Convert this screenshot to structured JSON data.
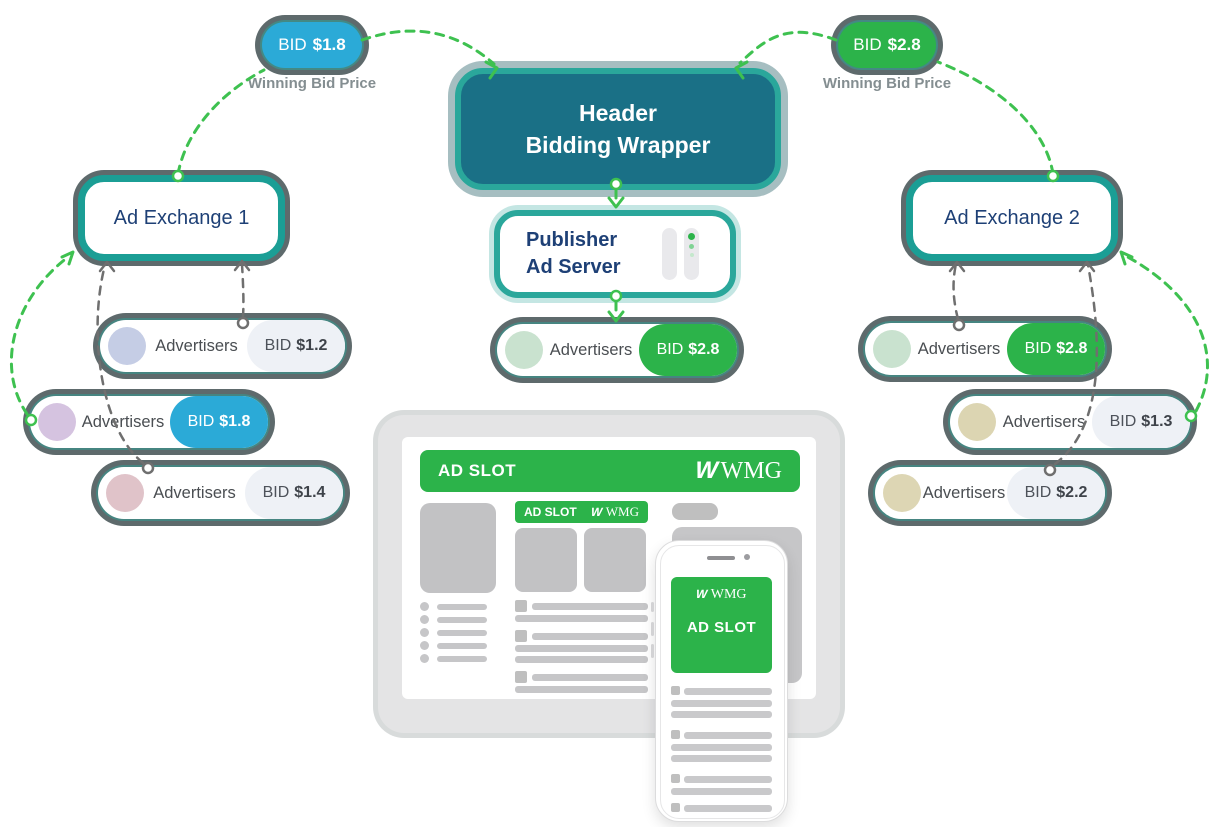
{
  "colors": {
    "green": "#2cb34a",
    "blue": "#2baad7",
    "teal_border": "#2aa79b",
    "teal_fill": "#1a7086",
    "navy_text": "#1e4076",
    "green_dash": "#3ec150",
    "gray_dash": "#6f6f6f"
  },
  "winning_bids": {
    "left": {
      "prefix": "BID",
      "amount": "$1.8",
      "label": "Winning Bid Price"
    },
    "right": {
      "prefix": "BID",
      "amount": "$2.8",
      "label": "Winning Bid Price"
    }
  },
  "wrapper": {
    "line1": "Header",
    "line2": "Bidding Wrapper"
  },
  "publisher": {
    "line1": "Publisher",
    "line2": "Ad Server"
  },
  "exchanges": {
    "left": "Ad Exchange 1",
    "right": "Ad Exchange 2"
  },
  "center_advertiser": {
    "label": "Advertisers",
    "bid_prefix": "BID",
    "bid_amount": "$2.8"
  },
  "left_advertisers": [
    {
      "label": "Advertisers",
      "bid_prefix": "BID",
      "bid_amount": "$1.2",
      "avatar_color": "#c5cde5"
    },
    {
      "label": "Advertisers",
      "bid_prefix": "BID",
      "bid_amount": "$1.8",
      "avatar_color": "#d5c3e0"
    },
    {
      "label": "Advertisers",
      "bid_prefix": "BID",
      "bid_amount": "$1.4",
      "avatar_color": "#e0c3c9"
    }
  ],
  "right_advertisers": [
    {
      "label": "Advertisers",
      "bid_prefix": "BID",
      "bid_amount": "$2.8",
      "avatar_color": "#c9e2cf"
    },
    {
      "label": "Advertisers",
      "bid_prefix": "BID",
      "bid_amount": "$1.3",
      "avatar_color": "#dcd5b2"
    },
    {
      "label": "Advertisers",
      "bid_prefix": "BID",
      "bid_amount": "$2.2",
      "avatar_color": "#ddd6b4"
    }
  ],
  "device": {
    "banner": {
      "label": "AD SLOT",
      "logo": "WMG",
      "logo_mark": "W"
    },
    "mid_banner": {
      "label": "AD SLOT",
      "logo": "WMG",
      "logo_mark": "W"
    },
    "phone": {
      "label": "AD SLOT",
      "logo": "WMG",
      "logo_mark": "W"
    }
  }
}
